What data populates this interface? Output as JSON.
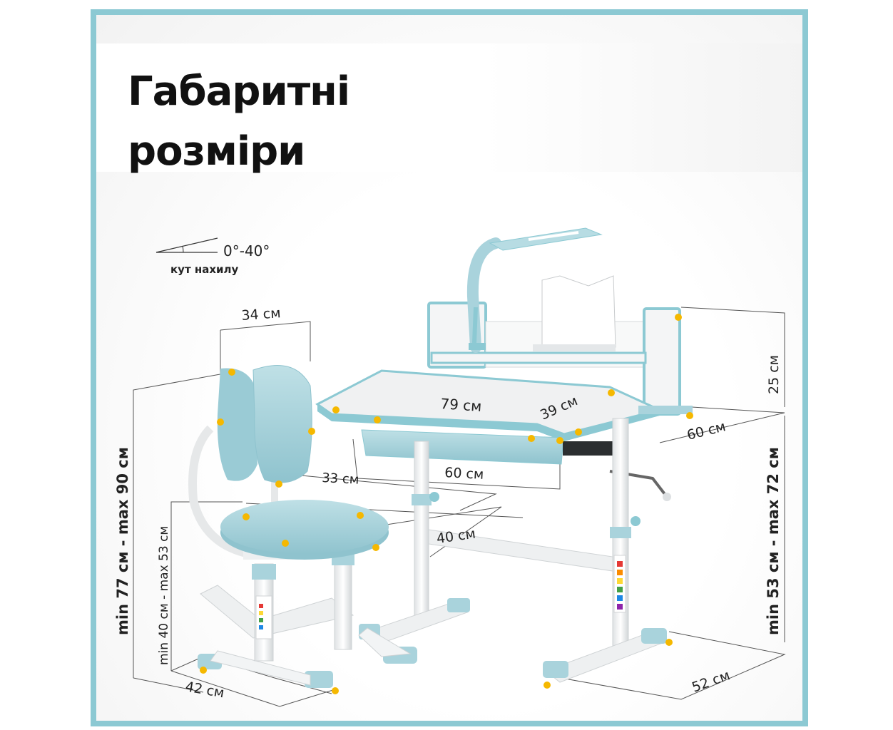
{
  "title": {
    "line1": "Габаритні",
    "line2": "розміри"
  },
  "tilt": {
    "angle": "0°-40°",
    "caption": "кут нахилу"
  },
  "dimensions": {
    "chair_back_width": "34 см",
    "chair_height": "min 77 см - max 90 см",
    "seat_height": "min 40 см - max 53 см",
    "chair_base_width": "42 см",
    "seat_width": "40 см",
    "seat_depth": "33 см",
    "desk_width": "79 см",
    "desk_top_depth": "39 см",
    "drawer_width": "60 см",
    "shelf_height": "25 см",
    "desk_depth": "60 см",
    "desk_height": "min 53 см - max 72 см",
    "desk_base_width": "52 см"
  },
  "colors": {
    "accent": "#8cc9d3",
    "upholstery": "#a9d3dc",
    "marker": "#f5b800",
    "frame_white": "#f4f5f6",
    "guide_line": "#555555"
  }
}
